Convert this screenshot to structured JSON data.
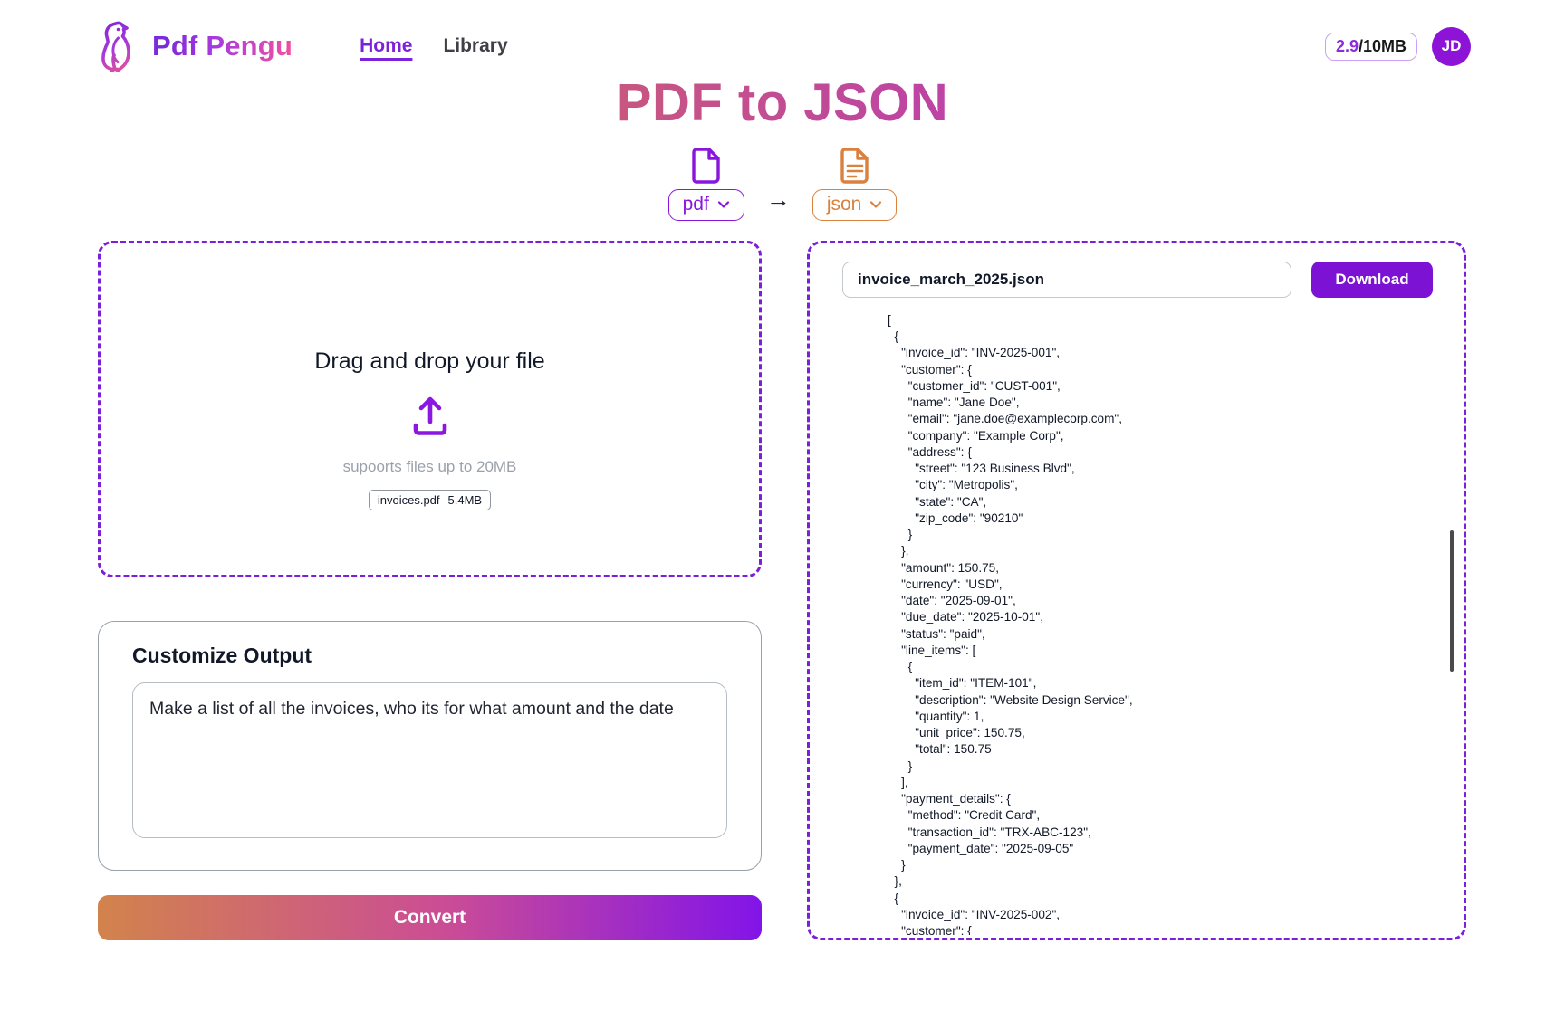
{
  "header": {
    "brand": "Pdf Pengu",
    "nav": [
      {
        "label": "Home"
      },
      {
        "label": "Library"
      }
    ],
    "usage": {
      "used": "2.9",
      "total": "/10MB"
    },
    "avatar_initials": "JD"
  },
  "title": "PDF to JSON",
  "converter": {
    "source_format": "pdf",
    "target_format": "json",
    "arrow": "→"
  },
  "dropzone": {
    "headline": "Drag and drop your file",
    "note": "supoorts files up to 20MB",
    "file_name": "invoices.pdf",
    "file_size": "5.4MB"
  },
  "customize": {
    "heading": "Customize Output",
    "prompt": "Make a list of all the invoices, who its for what amount and the date"
  },
  "convert_label": "Convert",
  "output": {
    "filename": "invoice_march_2025.json",
    "download_label": "Download",
    "json_lines": [
      "[",
      "  {",
      "    \"invoice_id\": \"INV-2025-001\",",
      "    \"customer\": {",
      "      \"customer_id\": \"CUST-001\",",
      "      \"name\": \"Jane Doe\",",
      "      \"email\": \"jane.doe@examplecorp.com\",",
      "      \"company\": \"Example Corp\",",
      "      \"address\": {",
      "        \"street\": \"123 Business Blvd\",",
      "        \"city\": \"Metropolis\",",
      "        \"state\": \"CA\",",
      "        \"zip_code\": \"90210\"",
      "      }",
      "    },",
      "    \"amount\": 150.75,",
      "    \"currency\": \"USD\",",
      "    \"date\": \"2025-09-01\",",
      "    \"due_date\": \"2025-10-01\",",
      "    \"status\": \"paid\",",
      "    \"line_items\": [",
      "      {",
      "        \"item_id\": \"ITEM-101\",",
      "        \"description\": \"Website Design Service\",",
      "        \"quantity\": 1,",
      "        \"unit_price\": 150.75,",
      "        \"total\": 150.75",
      "      }",
      "    ],",
      "    \"payment_details\": {",
      "      \"method\": \"Credit Card\",",
      "      \"transaction_id\": \"TRX-ABC-123\",",
      "      \"payment_date\": \"2025-09-05\"",
      "    }",
      "  },",
      "  {",
      "    \"invoice_id\": \"INV-2025-002\",",
      "    \"customer\": {"
    ]
  },
  "colors": {
    "accent_purple": "#7c1fd8",
    "accent_orange": "#d9813f",
    "download_button": "#7b12d4",
    "avatar_bg": "#8d14d6",
    "title_gradient": [
      "#d1784b",
      "#ca5a78",
      "#bb3fae",
      "#8e13ee"
    ],
    "convert_gradient": [
      "#d2834c",
      "#cb4d95",
      "#8214e8"
    ]
  }
}
